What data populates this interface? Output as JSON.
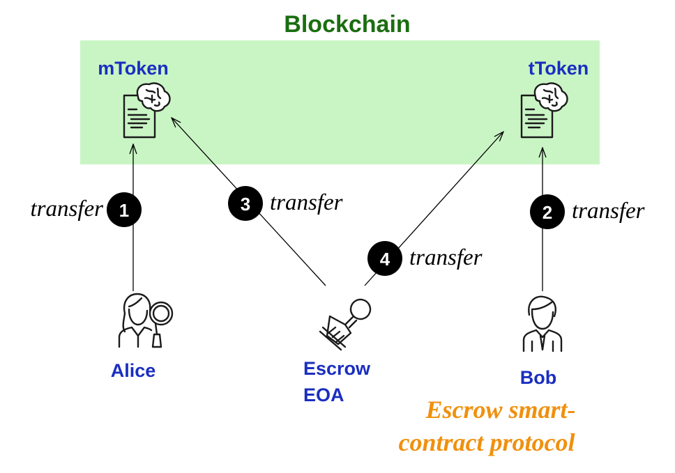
{
  "title": "Blockchain",
  "colors": {
    "title": "#1a6e10",
    "blockchain_fill": "#c9f5c4",
    "node_label": "#1a2ec0",
    "caption": "#f0900e",
    "step_badge": "#000000"
  },
  "tokens": {
    "m_token": {
      "label": "mToken",
      "icon": "smart-contract-icon"
    },
    "t_token": {
      "label": "tToken",
      "icon": "smart-contract-icon"
    }
  },
  "parties": {
    "alice": {
      "label": "Alice",
      "icon": "person-magnifier-icon"
    },
    "escrow": {
      "label_line1": "Escrow",
      "label_line2": "EOA",
      "icon": "stamp-icon"
    },
    "bob": {
      "label": "Bob",
      "icon": "person-icon"
    }
  },
  "transfers": [
    {
      "step": "1",
      "label": "transfer",
      "from": "Alice",
      "to": "mToken"
    },
    {
      "step": "2",
      "label": "transfer",
      "from": "Bob",
      "to": "tToken"
    },
    {
      "step": "3",
      "label": "transfer",
      "from": "Escrow EOA",
      "to": "mToken"
    },
    {
      "step": "4",
      "label": "transfer",
      "from": "Escrow EOA",
      "to": "tToken"
    }
  ],
  "caption": {
    "line1": "Escrow smart-",
    "line2": "contract protocol"
  }
}
